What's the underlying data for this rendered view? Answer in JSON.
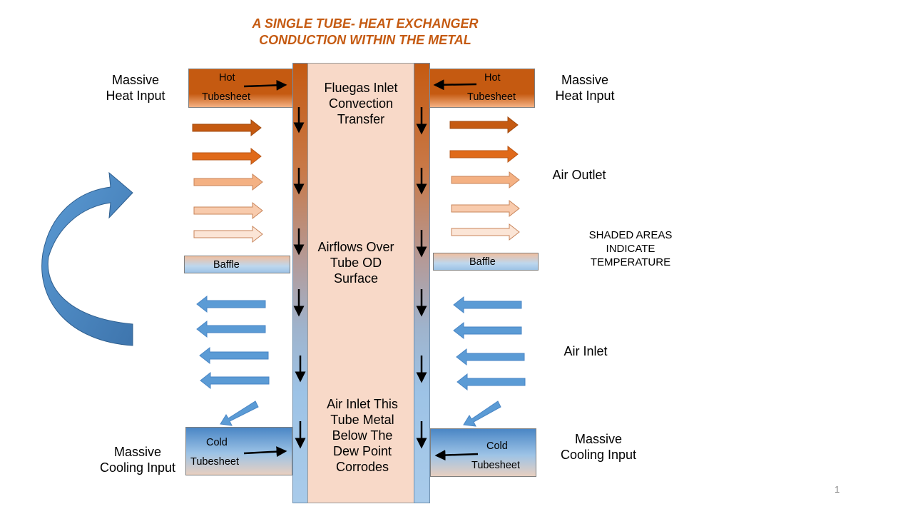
{
  "title": {
    "line1": "A SINGLE TUBE- HEAT  EXCHANGER",
    "line2": "CONDUCTION WITHIN THE METAL"
  },
  "labels": {
    "heat_input_left": [
      "Massive",
      "Heat Input"
    ],
    "heat_input_right": [
      "Massive",
      "Heat Input"
    ],
    "cooling_input_left": [
      "Massive",
      "Cooling Input"
    ],
    "cooling_input_right": [
      "Massive",
      "Cooling Input"
    ],
    "air_outlet": "Air Outlet",
    "air_inlet": "Air Inlet",
    "shaded_note": [
      "SHADED AREAS",
      "INDICATE",
      "TEMPERATURE"
    ]
  },
  "tube": {
    "top_text": [
      "Fluegas Inlet",
      "Convection",
      "Transfer"
    ],
    "middle_text": [
      "Airflows Over",
      "Tube OD",
      "Surface"
    ],
    "bottom_text": [
      "Air Inlet This",
      "Tube Metal",
      "Below The",
      "Dew Point",
      "Corrodes"
    ]
  },
  "boxes": {
    "hot_left": [
      "Hot",
      "Tubesheet"
    ],
    "hot_right": [
      "Hot",
      "Tubesheet"
    ],
    "cold_left": [
      "Cold",
      "Tubesheet"
    ],
    "cold_right": [
      "Cold",
      "Tubesheet"
    ],
    "baffle_left": "Baffle",
    "baffle_right": "Baffle"
  },
  "colors": {
    "title": "#c55a11",
    "hot_arrow_1": "#c55a11",
    "hot_arrow_2": "#e06a1a",
    "warm_arrow_3": "#f4b183",
    "warm_arrow_4": "#f8cbad",
    "warm_arrow_5": "#fbe5d6",
    "cool_arrow": "#5b9bd5",
    "loop_arrow": "#4a86c5"
  },
  "page_number": "1"
}
